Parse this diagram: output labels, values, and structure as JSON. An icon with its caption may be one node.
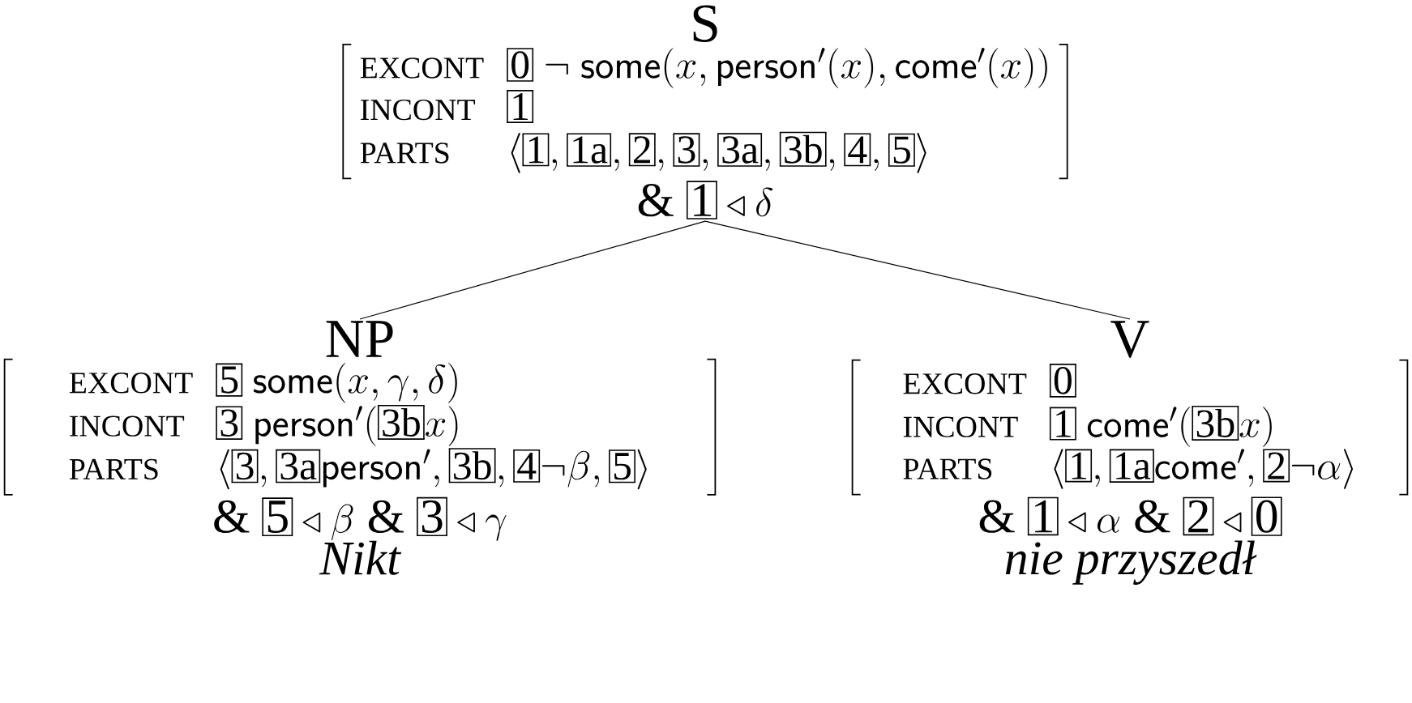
{
  "diagram": {
    "nodes": [
      {
        "text": [
          "S",
          "EXCONT",
          "\\boxed{\\mathrm{0}}\\ \\neg\\ \\mathsf{some}(x, \\mathsf{person}'(x), \\mathsf{come}'(x))",
          "INCONT",
          "\\boxed{\\mathrm{1}}",
          "PARTS",
          "\\langle\\boxed{\\mathrm{1}}, \\boxed{\\mathrm{1a}}, \\boxed{\\mathrm{2}}, \\boxed{\\mathrm{3}}, \\boxed{\\mathrm{3a}}, \\boxed{\\mathrm{3b}}, \\boxed{\\mathrm{4}}, \\boxed{\\mathrm{5}}\\rangle",
          "\\&\\ \\boxed{\\mathrm{1}} \\triangleleft \\delta"
        ]
      },
      {
        "text": [
          "NP",
          "EXCONT",
          "\\boxed{\\mathrm{5}}\\ \\mathsf{some}(x, \\gamma, \\delta)",
          "INCONT",
          "\\boxed{\\mathrm{3}}\\ \\mathsf{person}'(\\boxed{\\mathrm{3b}}x)",
          "PARTS",
          "\\langle\\boxed{\\mathrm{3}}, \\boxed{\\mathrm{3a}}\\mathsf{person}', \\boxed{\\mathrm{3b}}, \\boxed{\\mathrm{4}}\\neg\\beta, \\boxed{\\mathrm{5}}\\rangle",
          "\\&\\ \\boxed{\\mathrm{5}} \\triangleleft \\beta\\ \\&\\ \\boxed{\\mathrm{3}} \\triangleleft \\gamma",
          "Nikt"
        ]
      },
      {
        "text": [
          "V",
          "EXCONT",
          "\\boxed{\\mathrm{0}}",
          "INCONT",
          "\\boxed{\\mathrm{1}}\\ \\mathsf{come}'(\\boxed{\\mathrm{3b}}x)",
          "PARTS",
          "\\langle\\boxed{\\mathrm{1}}, \\boxed{\\mathrm{1a}}\\mathsf{come}', \\boxed{\\mathrm{2}}\\neg\\alpha\\rangle",
          "\\&\\ \\boxed{\\mathrm{1}} \\triangleleft \\alpha\\ \\&\\ \\boxed{\\mathrm{2}} \\triangleleft \\boxed{\\mathrm{0}}",
          "nie przyszedł"
        ]
      }
    ],
    "edges": [
      {
        "from": 0,
        "to": 1,
        "arrow": "none"
      },
      {
        "from": 0,
        "to": 2,
        "arrow": "none"
      }
    ]
  }
}
